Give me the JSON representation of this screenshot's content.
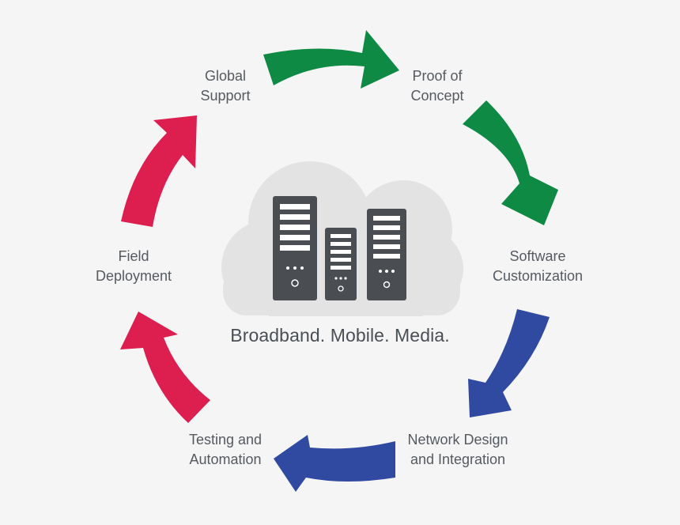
{
  "center_caption": "Broadband. Mobile. Media.",
  "stages": {
    "proof_of_concept": {
      "line1": "Proof of",
      "line2": "Concept"
    },
    "software_customization": {
      "line1": "Software",
      "line2": "Customization"
    },
    "network_design": {
      "line1": "Network Design",
      "line2": "and Integration"
    },
    "testing_automation": {
      "line1": "Testing and",
      "line2": "Automation"
    },
    "field_deployment": {
      "line1": "Field",
      "line2": "Deployment"
    },
    "global_support": {
      "line1": "Global",
      "line2": "Support"
    }
  },
  "colors": {
    "background": "#f5f5f5",
    "green_arrow": "#0e8a44",
    "blue_arrow": "#2f4aa0",
    "red_arrow": "#dc1f4e",
    "cloud": "#e3e3e3",
    "server": "#4a4d52",
    "text": "#555a60"
  },
  "icons": [
    "cloud-icon",
    "server-tower-icon"
  ]
}
